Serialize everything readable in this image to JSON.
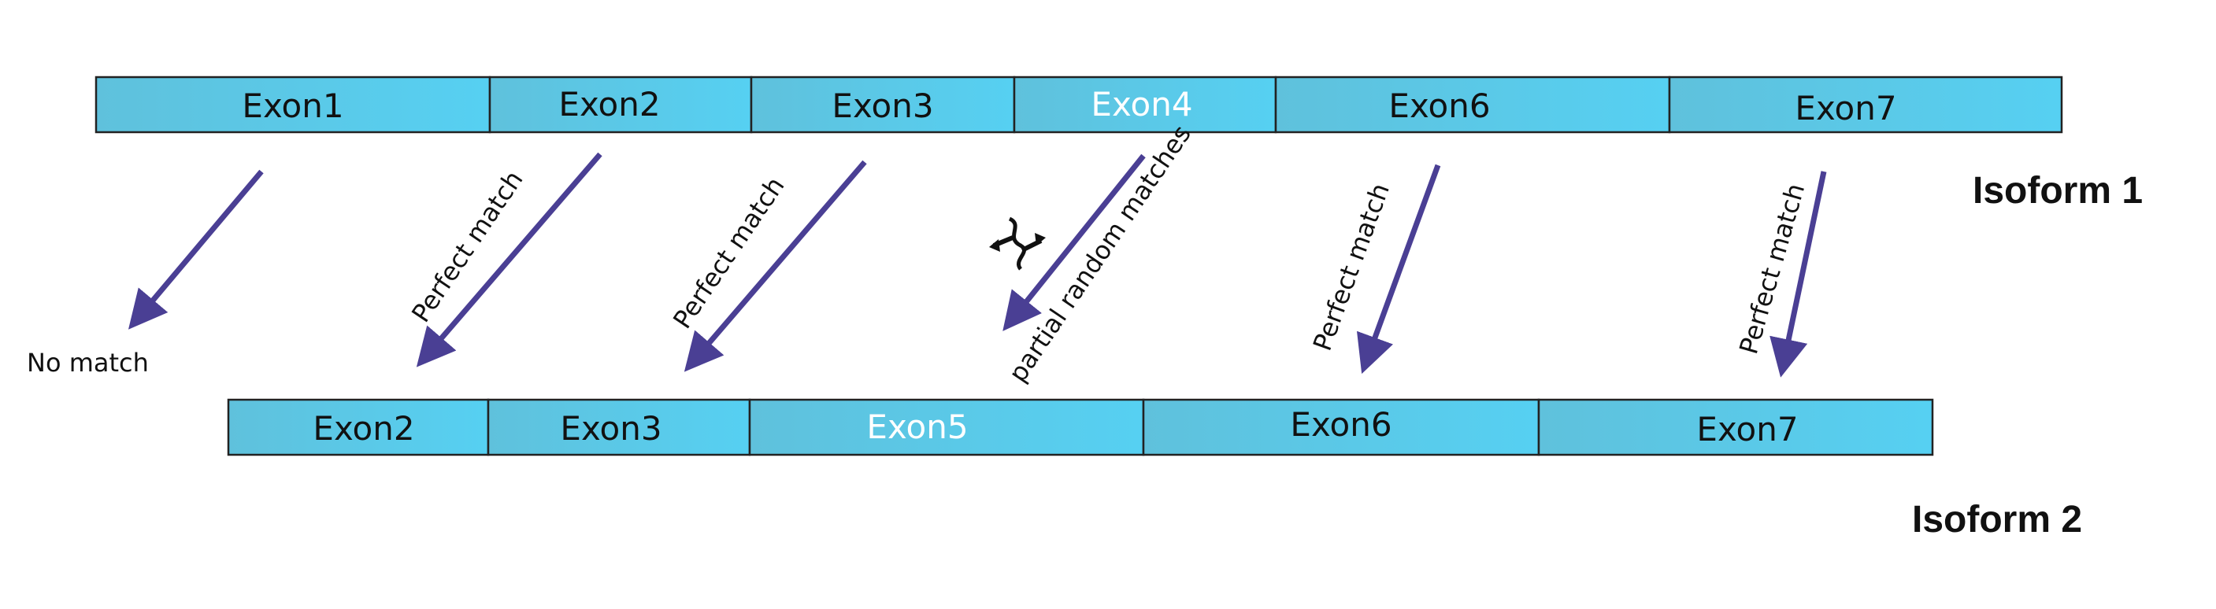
{
  "colors": {
    "exon_fill_a": "#5ec4e0",
    "exon_fill_b": "#55cdf0",
    "exon_text": "#111111",
    "exon_text_alt": "#ffffff",
    "arrow": "#4a3f94"
  },
  "isoform1": {
    "label": "Isoform 1",
    "exons": [
      {
        "label": "Exon1",
        "text_color": "dark"
      },
      {
        "label": "Exon2",
        "text_color": "dark"
      },
      {
        "label": "Exon3",
        "text_color": "dark"
      },
      {
        "label": "Exon4",
        "text_color": "light"
      },
      {
        "label": "Exon6",
        "text_color": "dark"
      },
      {
        "label": "Exon7",
        "text_color": "dark"
      }
    ]
  },
  "isoform2": {
    "label": "Isoform 2",
    "exons": [
      {
        "label": "Exon2",
        "text_color": "dark"
      },
      {
        "label": "Exon3",
        "text_color": "dark"
      },
      {
        "label": "Exon5",
        "text_color": "light"
      },
      {
        "label": "Exon6",
        "text_color": "dark"
      },
      {
        "label": "Exon7",
        "text_color": "dark"
      }
    ]
  },
  "relations": [
    {
      "label": "No match"
    },
    {
      "label": "Perfect match"
    },
    {
      "label": "Perfect match"
    },
    {
      "label": "partial random matches",
      "icon": "wavy-swap-icon"
    },
    {
      "label": "Perfect match"
    },
    {
      "label": "Perfect match"
    }
  ]
}
